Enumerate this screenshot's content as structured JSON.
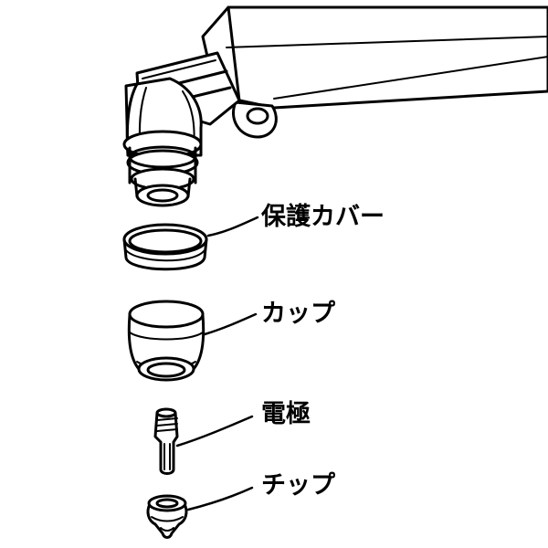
{
  "diagram": {
    "labels": {
      "protective_cover": "保護カバー",
      "cup": "カップ",
      "electrode": "電極",
      "tip": "チップ"
    },
    "colors": {
      "ink": "#000000",
      "background": "#ffffff"
    }
  }
}
